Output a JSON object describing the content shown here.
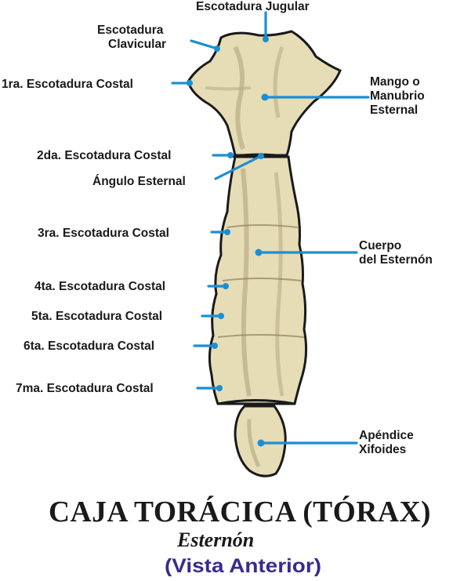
{
  "labels": {
    "jugular": "Escotadura Jugular",
    "clavicular_1": "Escotadura",
    "clavicular_2": "Clavicular",
    "costal_1": "1ra. Escotadura Costal",
    "manubrio_1": "Mango o",
    "manubrio_2": "Manubrio",
    "manubrio_3": "Esternal",
    "costal_2": "2da. Escotadura Costal",
    "angulo": "Ángulo Esternal",
    "costal_3": "3ra. Escotadura Costal",
    "cuerpo_1": "Cuerpo",
    "cuerpo_2": "del Esternón",
    "costal_4": "4ta. Escotadura Costal",
    "costal_5": "5ta. Escotadura Costal",
    "costal_6": "6ta. Escotadura Costal",
    "costal_7": "7ma. Escotadura Costal",
    "xifoides_1": "Apéndice",
    "xifoides_2": "Xifoides"
  },
  "title": {
    "main": "CAJA TORÁCICA (TÓRAX)",
    "sub": "Esternón",
    "view": "(Vista Anterior)"
  },
  "colors": {
    "bone": "#e6dcb6",
    "bone_shadow": "#b9ad84",
    "outline": "#1a1a1a",
    "pointer": "#1a8fd4",
    "view_text": "#3a2a8c"
  }
}
